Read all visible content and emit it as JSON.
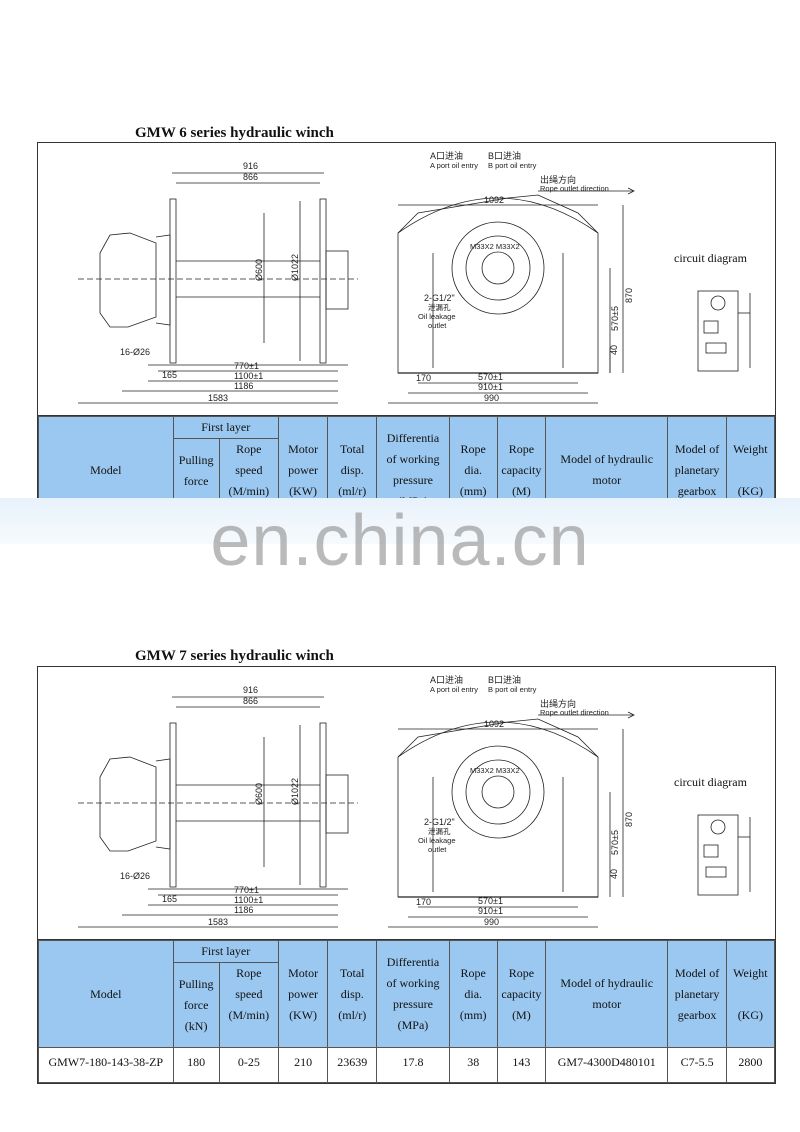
{
  "sections": [
    {
      "title": "GMW 6 series hydraulic winch",
      "drawing": {
        "dims": {
          "d916": "916",
          "d866": "866",
          "d600": "Ø600",
          "d1022": "Ø1022",
          "d16": "16-Ø26",
          "d165": "165",
          "d770": "770±1",
          "d1100": "1100±1",
          "d1186": "1186",
          "d1583": "1583",
          "d1092": "1092",
          "d170": "170",
          "d570": "570±1",
          "d910": "910±1",
          "d990": "990",
          "d870": "870",
          "d5700": "570±5",
          "d40": "40"
        },
        "port_a_cn": "A口进油",
        "port_a_en": "A port oil entry",
        "port_b_cn": "B口进油",
        "port_b_en": "B port oil entry",
        "rope_dir_cn": "出绳方向",
        "rope_dir_en": "Rope outlet direction",
        "leak_1": "2-G1/2\"",
        "leak_2": "泄漏孔",
        "leak_3": "Oil leakage",
        "leak_4": "outlet",
        "motor_label": "M33X2 M33X2"
      },
      "circuit_label": "circuit diagram"
    },
    {
      "title": "GMW 7 series hydraulic winch",
      "drawing": {
        "dims": {
          "d916": "916",
          "d866": "866",
          "d600": "Ø600",
          "d1022": "Ø1022",
          "d16": "16-Ø26",
          "d165": "165",
          "d770": "770±1",
          "d1100": "1100±1",
          "d1186": "1186",
          "d1583": "1583",
          "d1092": "1092",
          "d170": "170",
          "d570": "570±1",
          "d910": "910±1",
          "d990": "990",
          "d870": "870",
          "d5700": "570±5",
          "d40": "40"
        },
        "port_a_cn": "A口进油",
        "port_a_en": "A port oil entry",
        "port_b_cn": "B口进油",
        "port_b_en": "B port oil entry",
        "rope_dir_cn": "出绳方向",
        "rope_dir_en": "Rope outlet direction",
        "leak_1": "2-G1/2\"",
        "leak_2": "泄漏孔",
        "leak_3": "Oil leakage",
        "leak_4": "outlet",
        "motor_label": "M33X2 M33X2"
      },
      "circuit_label": "circuit diagram"
    }
  ],
  "table_header": {
    "model": "Model",
    "first_layer": "First layer",
    "pulling_1": "Pulling",
    "pulling_2": "force",
    "pulling_3": "(kN)",
    "rope_speed_1": "Rope speed",
    "rope_speed_2": "(M/min)",
    "motor_1": "Motor",
    "motor_2": "power",
    "motor_3": "(KW)",
    "total_1": "Total",
    "total_2": "disp.",
    "total_3": "(ml/r)",
    "diff_1": "Differentia",
    "diff_2": "of working",
    "diff_3": "pressure",
    "diff_4": "(MPa)",
    "rope_dia_1": "Rope",
    "rope_dia_2": "dia.",
    "rope_dia_3": "(mm)",
    "rope_cap_1": "Rope",
    "rope_cap_2": "capacity",
    "rope_cap_3": "(M)",
    "hyd_motor_1": "Model of hydraulic",
    "hyd_motor_2": "motor",
    "gearbox_1": "Model of",
    "gearbox_2": "planetary",
    "gearbox_3": "gearbox",
    "weight_1": "Weight",
    "weight_2": "(KG)"
  },
  "gmw7_row": {
    "model": "GMW7-180-143-38-ZP",
    "pulling_force": "180",
    "rope_speed": "0-25",
    "motor_power": "210",
    "total_disp": "23639",
    "pressure": "17.8",
    "rope_dia": "38",
    "rope_capacity": "143",
    "hydraulic_motor": "GM7-4300D480101",
    "gearbox": "C7-5.5",
    "weight": "2800"
  },
  "watermark": "en.china.cn"
}
